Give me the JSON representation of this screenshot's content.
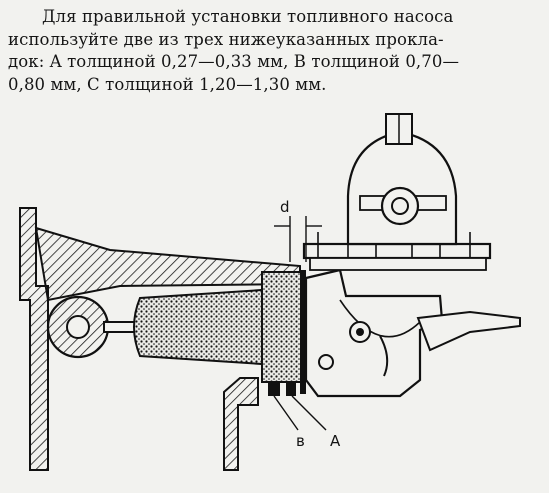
{
  "caption": {
    "lines": [
      "Для правильной установки топливного  насоса",
      "используйте две из  трех нижеуказанных  прокла-",
      "док: A толщиной 0,27—0,33 мм, B толщиной 0,70—",
      "0,80 мм, С толщиной 1,20—1,30 мм."
    ]
  },
  "diagram": {
    "labels": {
      "d": "d",
      "b": "в",
      "a": "A"
    }
  }
}
